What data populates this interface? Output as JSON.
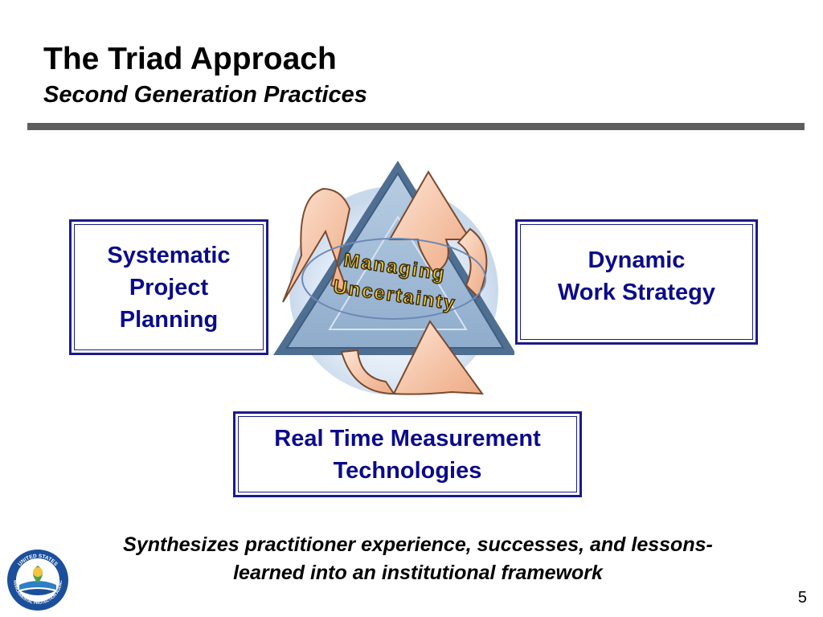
{
  "slide": {
    "title": "The Triad Approach",
    "subtitle": "Second Generation Practices",
    "page_number": "5"
  },
  "boxes": {
    "left": "Systematic\nProject\nPlanning",
    "right": "Dynamic\nWork Strategy",
    "bottom": "Real Time Measurement\nTechnologies"
  },
  "diagram": {
    "center_line1": "Managing",
    "center_line2": "Uncertainty"
  },
  "caption": "Synthesizes practitioner experience, successes, and lessons-\nlearned into an institutional framework",
  "logo": {
    "seal_text_top": "UNITED STATES",
    "seal_text_bottom": "ENVIRONMENTAL PROTECTION AGENCY"
  },
  "colors": {
    "box_text": "#0b0b8a",
    "box_border": "#1a1a8c",
    "triangle": "#9ab4d0",
    "arrow": "#f4c4a6",
    "rule": "#5e5e5e"
  }
}
